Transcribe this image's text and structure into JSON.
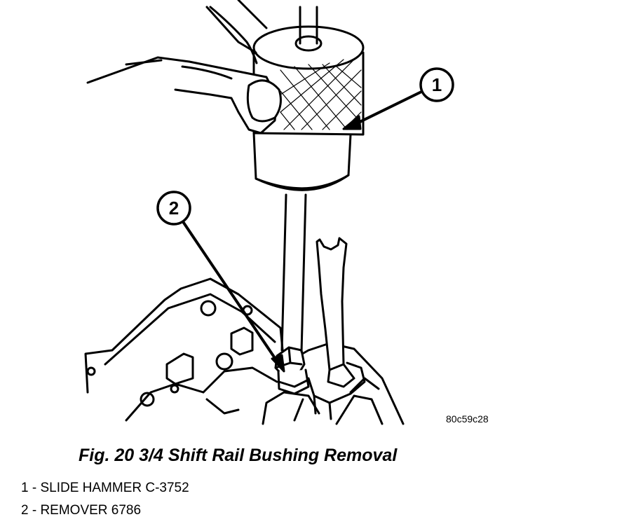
{
  "figure": {
    "code": "80c59c28",
    "caption": "Fig. 20 3/4 Shift Rail Bushing Removal"
  },
  "callouts": [
    {
      "number": "1"
    },
    {
      "number": "2"
    }
  ],
  "legend": [
    {
      "text": "1 - SLIDE HAMMER C-3752"
    },
    {
      "text": "2 - REMOVER 6786"
    }
  ],
  "icons": [
    "slide-hammer-icon",
    "hand-icon",
    "remover-icon",
    "transmission-case-icon",
    "shift-rail-icon"
  ]
}
